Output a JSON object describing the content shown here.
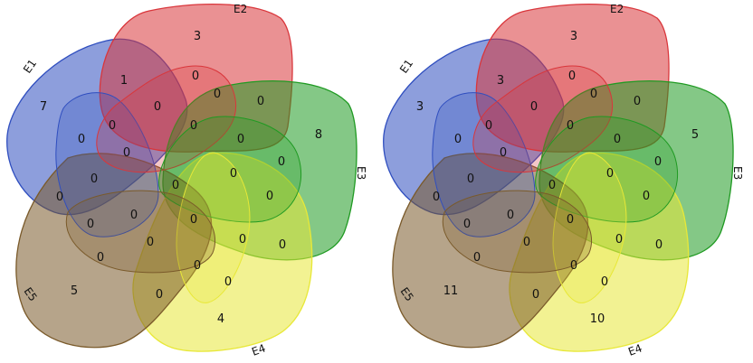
{
  "colors": {
    "E1": "#2f4ebf",
    "E2": "#d9363b",
    "E3": "#1f9a22",
    "E4": "#e8e838",
    "E5": "#7a5a2a"
  },
  "set_labels": [
    "E1",
    "E2",
    "E3",
    "E4",
    "E5"
  ],
  "diagrams": [
    {
      "region_values": {
        "E1_only": "7",
        "E2_only": "3",
        "E3_only": "8",
        "E4_only": "4",
        "E5_only": "5",
        "E1E2": "1",
        "r07": "0",
        "r08": "0",
        "r09": "0",
        "r10": "0",
        "r11": "0",
        "r12": "0",
        "r13": "0",
        "r14": "0",
        "r15": "0",
        "r16": "0",
        "r17": "0",
        "r18": "0",
        "r19": "0",
        "r20": "0",
        "r21": "0",
        "r22": "0",
        "r23": "0",
        "r24": "0",
        "r25": "0",
        "r26": "0",
        "r27": "0",
        "r28": "0",
        "r29": "0",
        "r30": "0",
        "r31": "0"
      }
    },
    {
      "region_values": {
        "E1_only": "3",
        "E2_only": "3",
        "E3_only": "5",
        "E4_only": "10",
        "E5_only": "11",
        "E1E2": "3",
        "r07": "0",
        "r08": "0",
        "r09": "0",
        "r10": "0",
        "r11": "0",
        "r12": "0",
        "r13": "0",
        "r14": "0",
        "r15": "0",
        "r16": "0",
        "r17": "0",
        "r18": "0",
        "r19": "0",
        "r20": "0",
        "r21": "0",
        "r22": "0",
        "r23": "0",
        "r24": "0",
        "r25": "0",
        "r26": "0",
        "r27": "0",
        "r28": "0",
        "r29": "0",
        "r30": "0",
        "r31": "0"
      }
    }
  ]
}
